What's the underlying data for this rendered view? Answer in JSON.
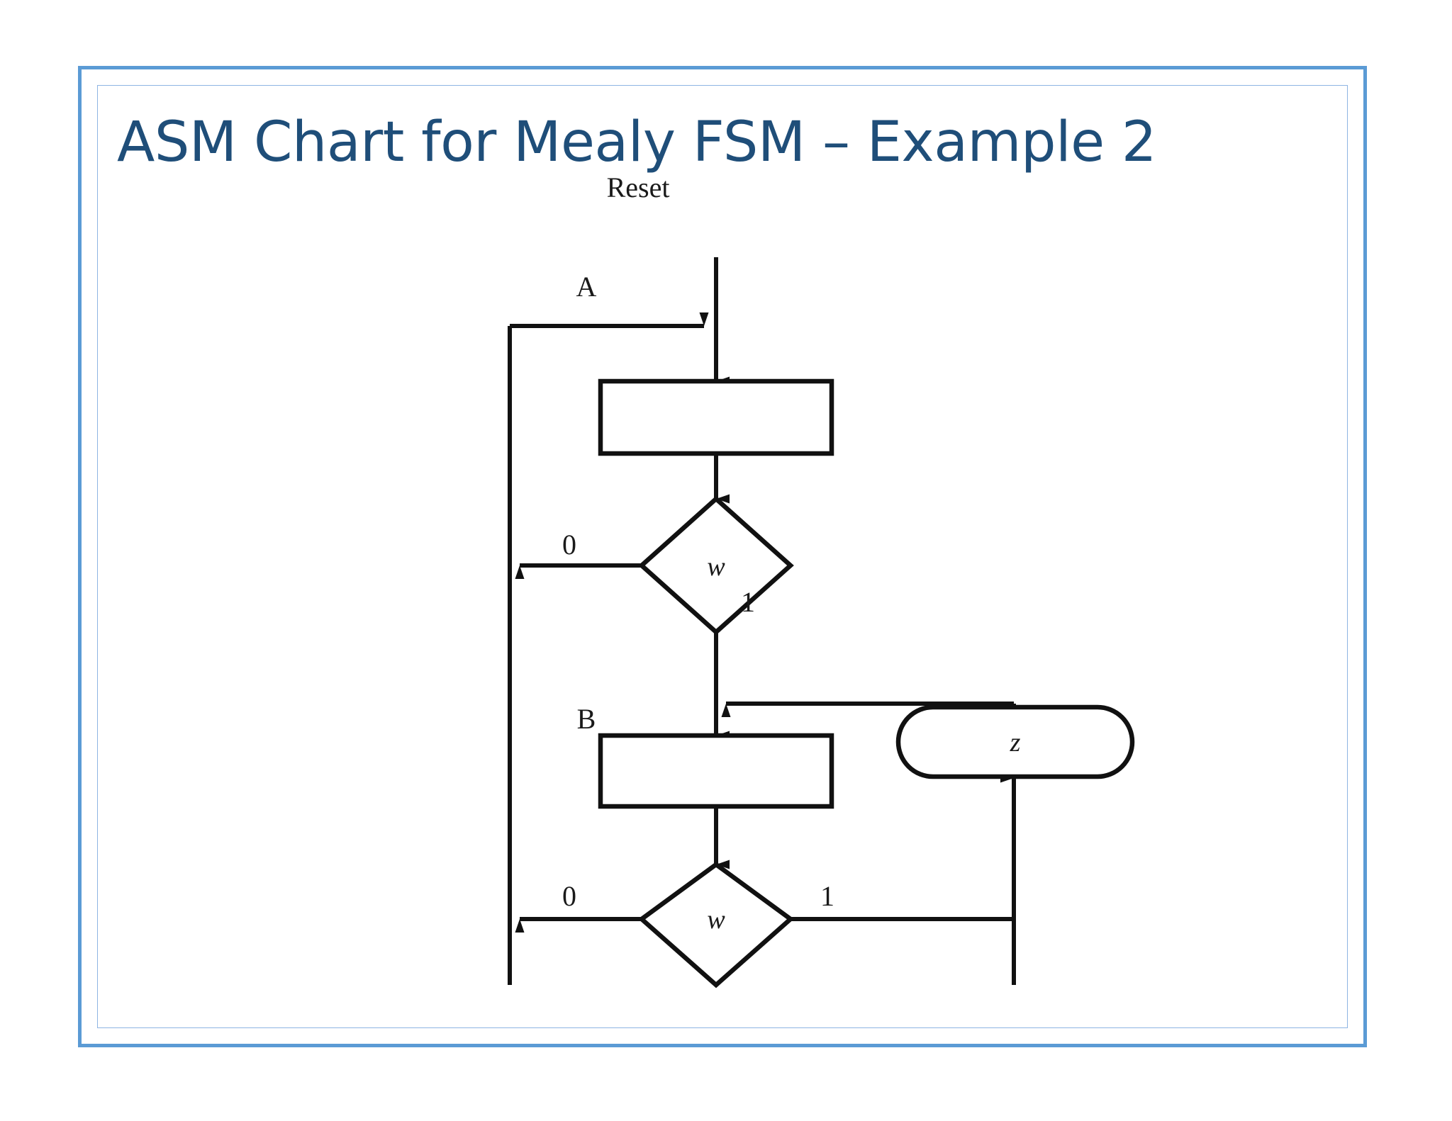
{
  "slide": {
    "title": "ASM Chart for Mealy FSM – Example 2",
    "accent_color": "#5B9BD5",
    "inner_border_color": "#8EB4E3",
    "title_color": "#1F4E79",
    "background_color": "#FFFFFF",
    "line_color": "#111111"
  },
  "chart_data": {
    "type": "diagram",
    "diagram_kind": "asm-chart",
    "title": "ASM Chart for Mealy FSM – Example 2",
    "nodes": [
      {
        "id": "reset",
        "kind": "entry-label",
        "label": "Reset"
      },
      {
        "id": "stateA",
        "kind": "state-box",
        "label": "",
        "name_label": "A"
      },
      {
        "id": "decisionA",
        "kind": "decision-diamond",
        "label": "w",
        "branches": [
          "0",
          "1"
        ]
      },
      {
        "id": "stateB",
        "kind": "state-box",
        "label": "",
        "name_label": "B"
      },
      {
        "id": "decisionB",
        "kind": "decision-diamond",
        "label": "w",
        "branches": [
          "0",
          "1"
        ]
      },
      {
        "id": "outputZ",
        "kind": "conditional-output",
        "label": "z"
      }
    ],
    "edges": [
      {
        "from": "reset",
        "to": "stateA",
        "label": ""
      },
      {
        "from": "stateA",
        "to": "decisionA",
        "label": ""
      },
      {
        "from": "decisionA",
        "to": "stateA",
        "label": "0"
      },
      {
        "from": "decisionA",
        "to": "stateB",
        "label": "1"
      },
      {
        "from": "stateB",
        "to": "decisionB",
        "label": ""
      },
      {
        "from": "decisionB",
        "to": "stateA",
        "label": "0"
      },
      {
        "from": "decisionB",
        "to": "outputZ",
        "label": "1"
      },
      {
        "from": "outputZ",
        "to": "stateB",
        "label": ""
      }
    ],
    "labels": {
      "reset": "Reset",
      "state_a_name": "A",
      "state_b_name": "B",
      "decision_a_var": "w",
      "decision_b_var": "w",
      "output_var": "z",
      "branch_a_zero": "0",
      "branch_a_one": "1",
      "branch_b_zero": "0",
      "branch_b_one": "1"
    }
  }
}
